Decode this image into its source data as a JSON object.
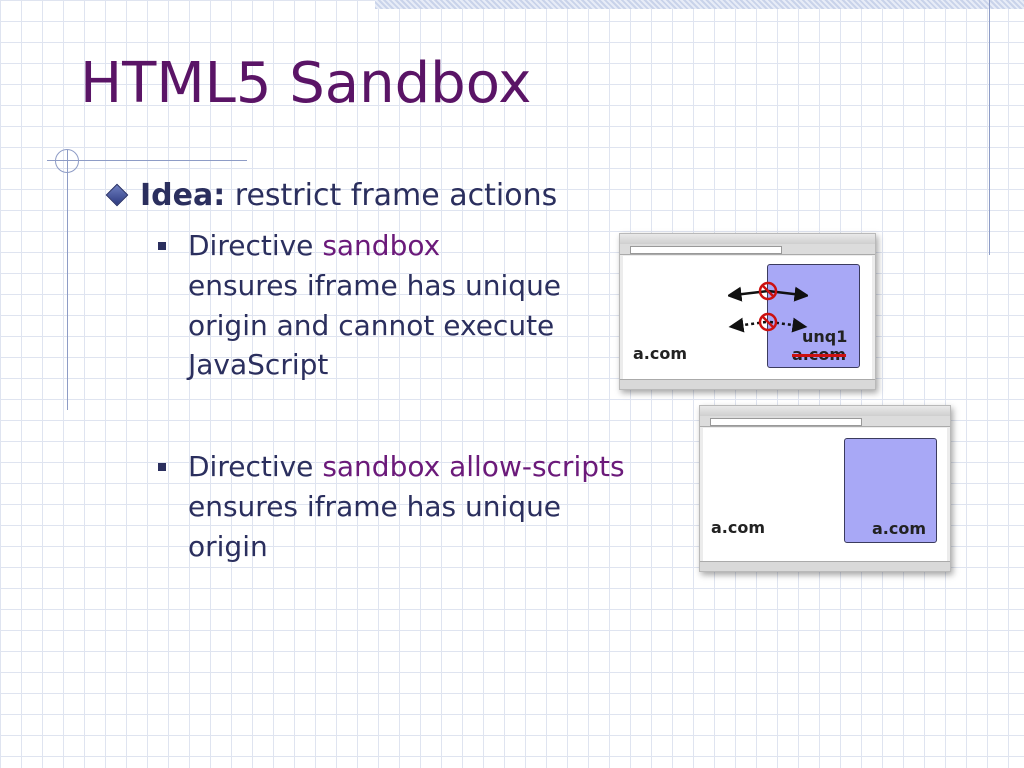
{
  "slide": {
    "title": "HTML5 Sandbox",
    "bullet": {
      "label": "Idea:",
      "text": " restrict frame actions"
    },
    "subbullets": [
      {
        "prefix": "Directive ",
        "keyword": "sandbox",
        "rest": "ensures iframe has unique origin and cannot execute JavaScript"
      },
      {
        "prefix": "Directive ",
        "keyword": "sandbox allow-scripts",
        "rest": "ensures iframe has unique origin"
      }
    ]
  },
  "screenshots": [
    {
      "outer_domain": "a.com",
      "frame_label": "unq1",
      "frame_domain_struck": "a.com"
    },
    {
      "outer_domain": "a.com",
      "frame_domain": "a.com"
    }
  ],
  "colors": {
    "title": "#5a1466",
    "keyword": "#6b1a7a",
    "text": "#2b2f5e",
    "frame": "#a8a8f6",
    "block": "#cc1111"
  }
}
